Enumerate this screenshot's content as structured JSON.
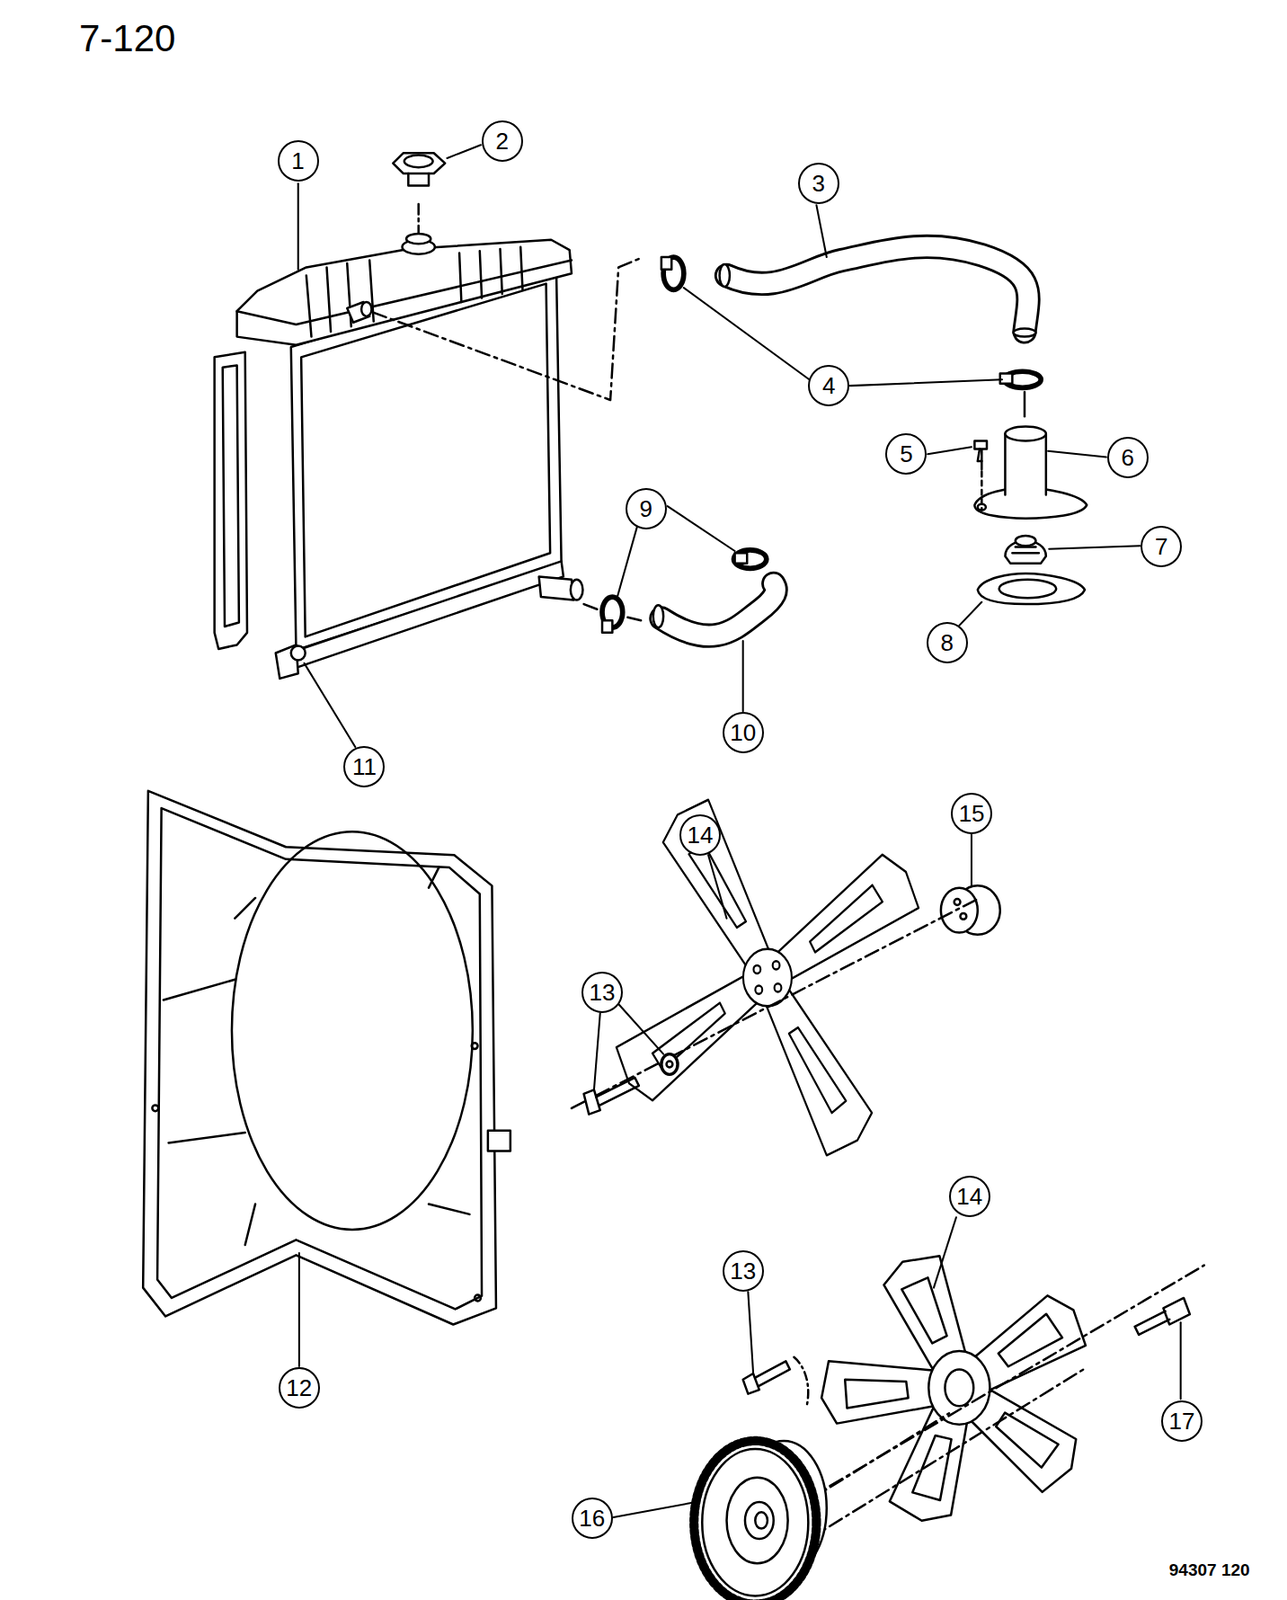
{
  "diagram": {
    "title": "7-120",
    "labels": [
      "1",
      "2",
      "3",
      "4",
      "5",
      "6",
      "7",
      "8",
      "9",
      "10",
      "11",
      "12",
      "13",
      "14",
      "15",
      "13",
      "14",
      "16",
      "17",
      "94307 120"
    ]
  }
}
